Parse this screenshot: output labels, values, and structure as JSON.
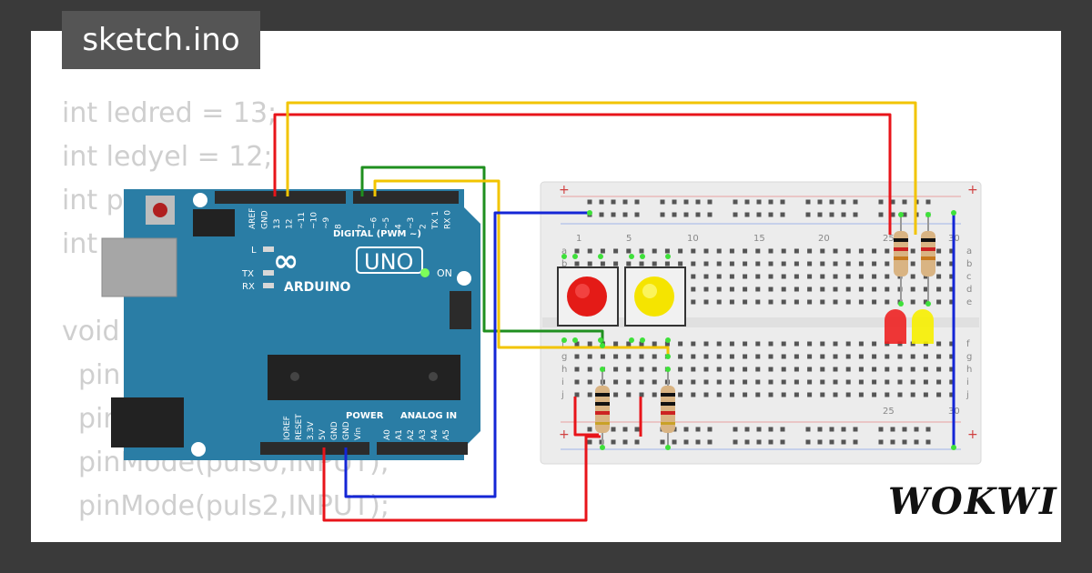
{
  "title_tab": "sketch.ino",
  "code_lines": [
    "int ledred = 13;",
    "int ledyel = 12;",
    "int p",
    "int",
    "void",
    "pin",
    "pin",
    "pinMode(puls0,INPUT);",
    "pinMode(puls2,INPUT);"
  ],
  "logo": "WOKWI",
  "arduino": {
    "brand": "ARDUINO",
    "model": "UNO",
    "on_label": "ON",
    "l_label": "L",
    "tx_label": "TX",
    "rx_label": "RX",
    "digital_label": "DIGITAL (PWM ~)",
    "power_label": "POWER",
    "analog_label": "ANALOG IN",
    "top_pins": [
      "AREF",
      "GND",
      "13",
      "12",
      "~11",
      "~10",
      "~9",
      "8",
      "7",
      "~6",
      "~5",
      "4",
      "~3",
      "2",
      "TX 1",
      "RX 0"
    ],
    "bottom_pins": [
      "IOREF",
      "RESET",
      "3.3V",
      "5V",
      "GND",
      "GND",
      "Vin",
      "A0",
      "A1",
      "A2",
      "A3",
      "A4",
      "A5"
    ]
  },
  "breadboard": {
    "column_numbers": [
      "1",
      "5",
      "10",
      "15",
      "20",
      "25",
      "30"
    ],
    "row_letters_top": [
      "a",
      "b",
      "c",
      "d",
      "e"
    ],
    "row_letters_bottom": [
      "f",
      "g",
      "h",
      "i",
      "j"
    ],
    "plus": "+",
    "minus": "-"
  },
  "colors": {
    "wire_red": "#e8141a",
    "wire_yellow": "#f2c400",
    "wire_green": "#1f8f1f",
    "wire_blue": "#1426d6",
    "board_teal": "#2a7da5",
    "button_red": "#e41b17",
    "button_yellow": "#f5e400"
  }
}
